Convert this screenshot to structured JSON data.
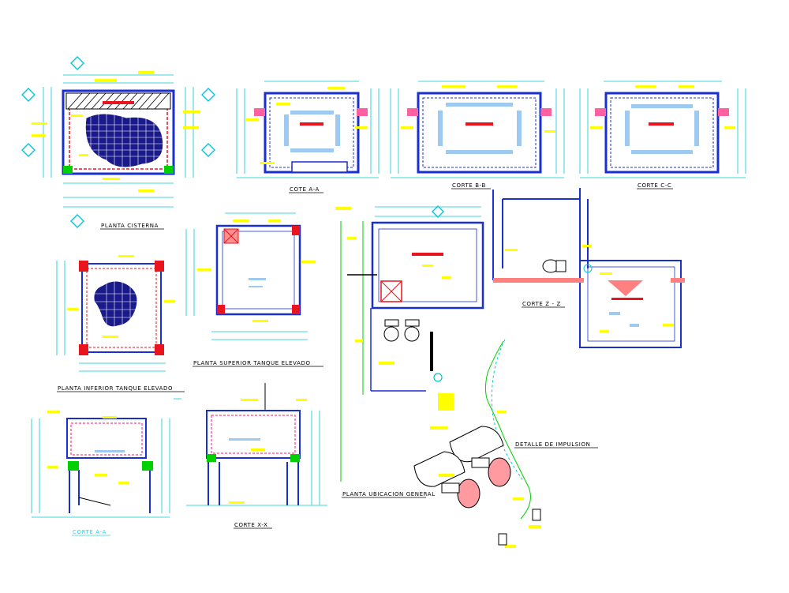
{
  "drawing": {
    "labels": {
      "planta_cisterna": "PLANTA CISTERNA",
      "corte_aa": "COTE A-A",
      "corte_bb": "CORTE B-B",
      "corte_cc": "CORTE C-C",
      "corte_zz": "CORTE Z - Z",
      "planta_inferior": "PLANTA INFERIOR TANQUE ELEVADO",
      "planta_superior": "PLANTA SUPERIOR TANQUE ELEVADO",
      "planta_ubicacion": "PLANTA UBICACION GENERAL",
      "detalle_impulsion": "DETALLE DE IMPULSION",
      "corte_xx": "CORTE X-X",
      "corte_aa_bottom": "CORTE A-A"
    },
    "colors": {
      "background": "#ffffff",
      "wall": "#1a2fd0",
      "dimension": "#00c8d8",
      "annotation": "#ffff00",
      "axis": "#00d000",
      "cut_mark": "#e8141e",
      "water_fill": "#9ec9f0",
      "pipe_magenta": "#ff60a0",
      "grid_navy": "#1a1a8a"
    }
  }
}
